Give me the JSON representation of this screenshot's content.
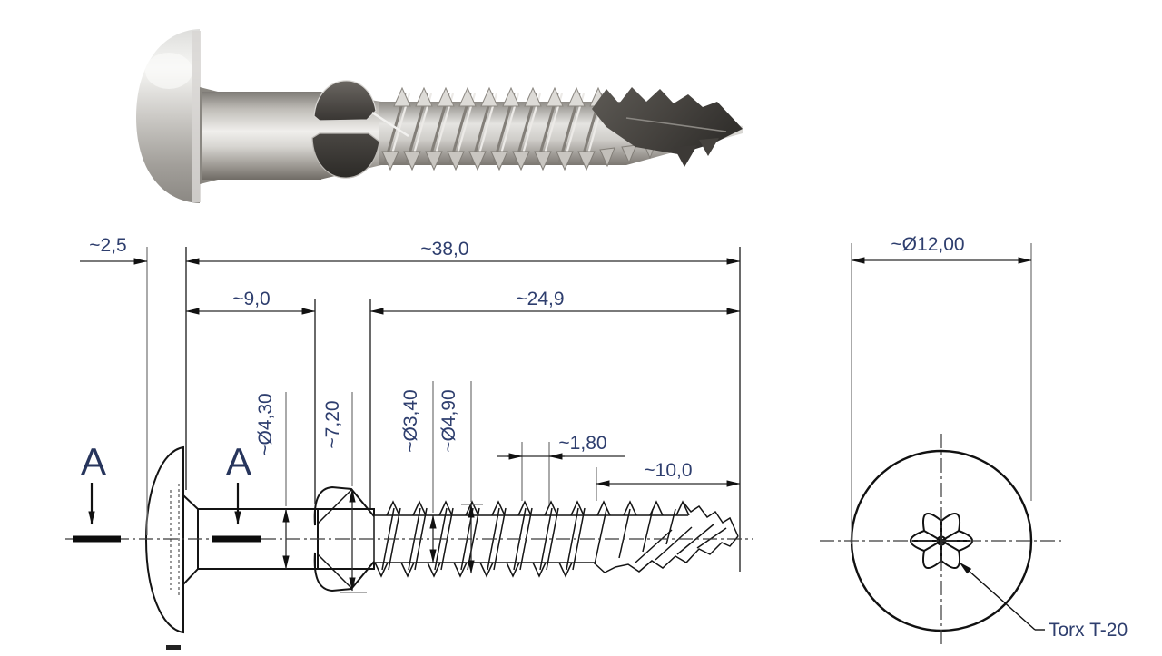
{
  "side_view": {
    "section_marker": "A",
    "dimensions": {
      "head_thickness": "~2,5",
      "overall_length": "~38,0",
      "shank_length": "~9,0",
      "thread_length": "~24,9",
      "shank_diameter": "~Ø4,30",
      "wing_diameter": "~7,20",
      "core_diameter": "~Ø3,40",
      "thread_diameter": "~Ø4,90",
      "thread_pitch": "~1,80",
      "tip_length": "~10,0"
    }
  },
  "end_view": {
    "head_diameter": "~Ø12,00",
    "drive_label": "Torx T-20"
  },
  "colors": {
    "outline": "#141414",
    "dimension_text": "#2e3e6e",
    "extension_gray": "#7c7c7c",
    "metal_light": "#f2f2f0",
    "metal_dark": "#6f6b65",
    "wing_dark": "#35322f"
  }
}
